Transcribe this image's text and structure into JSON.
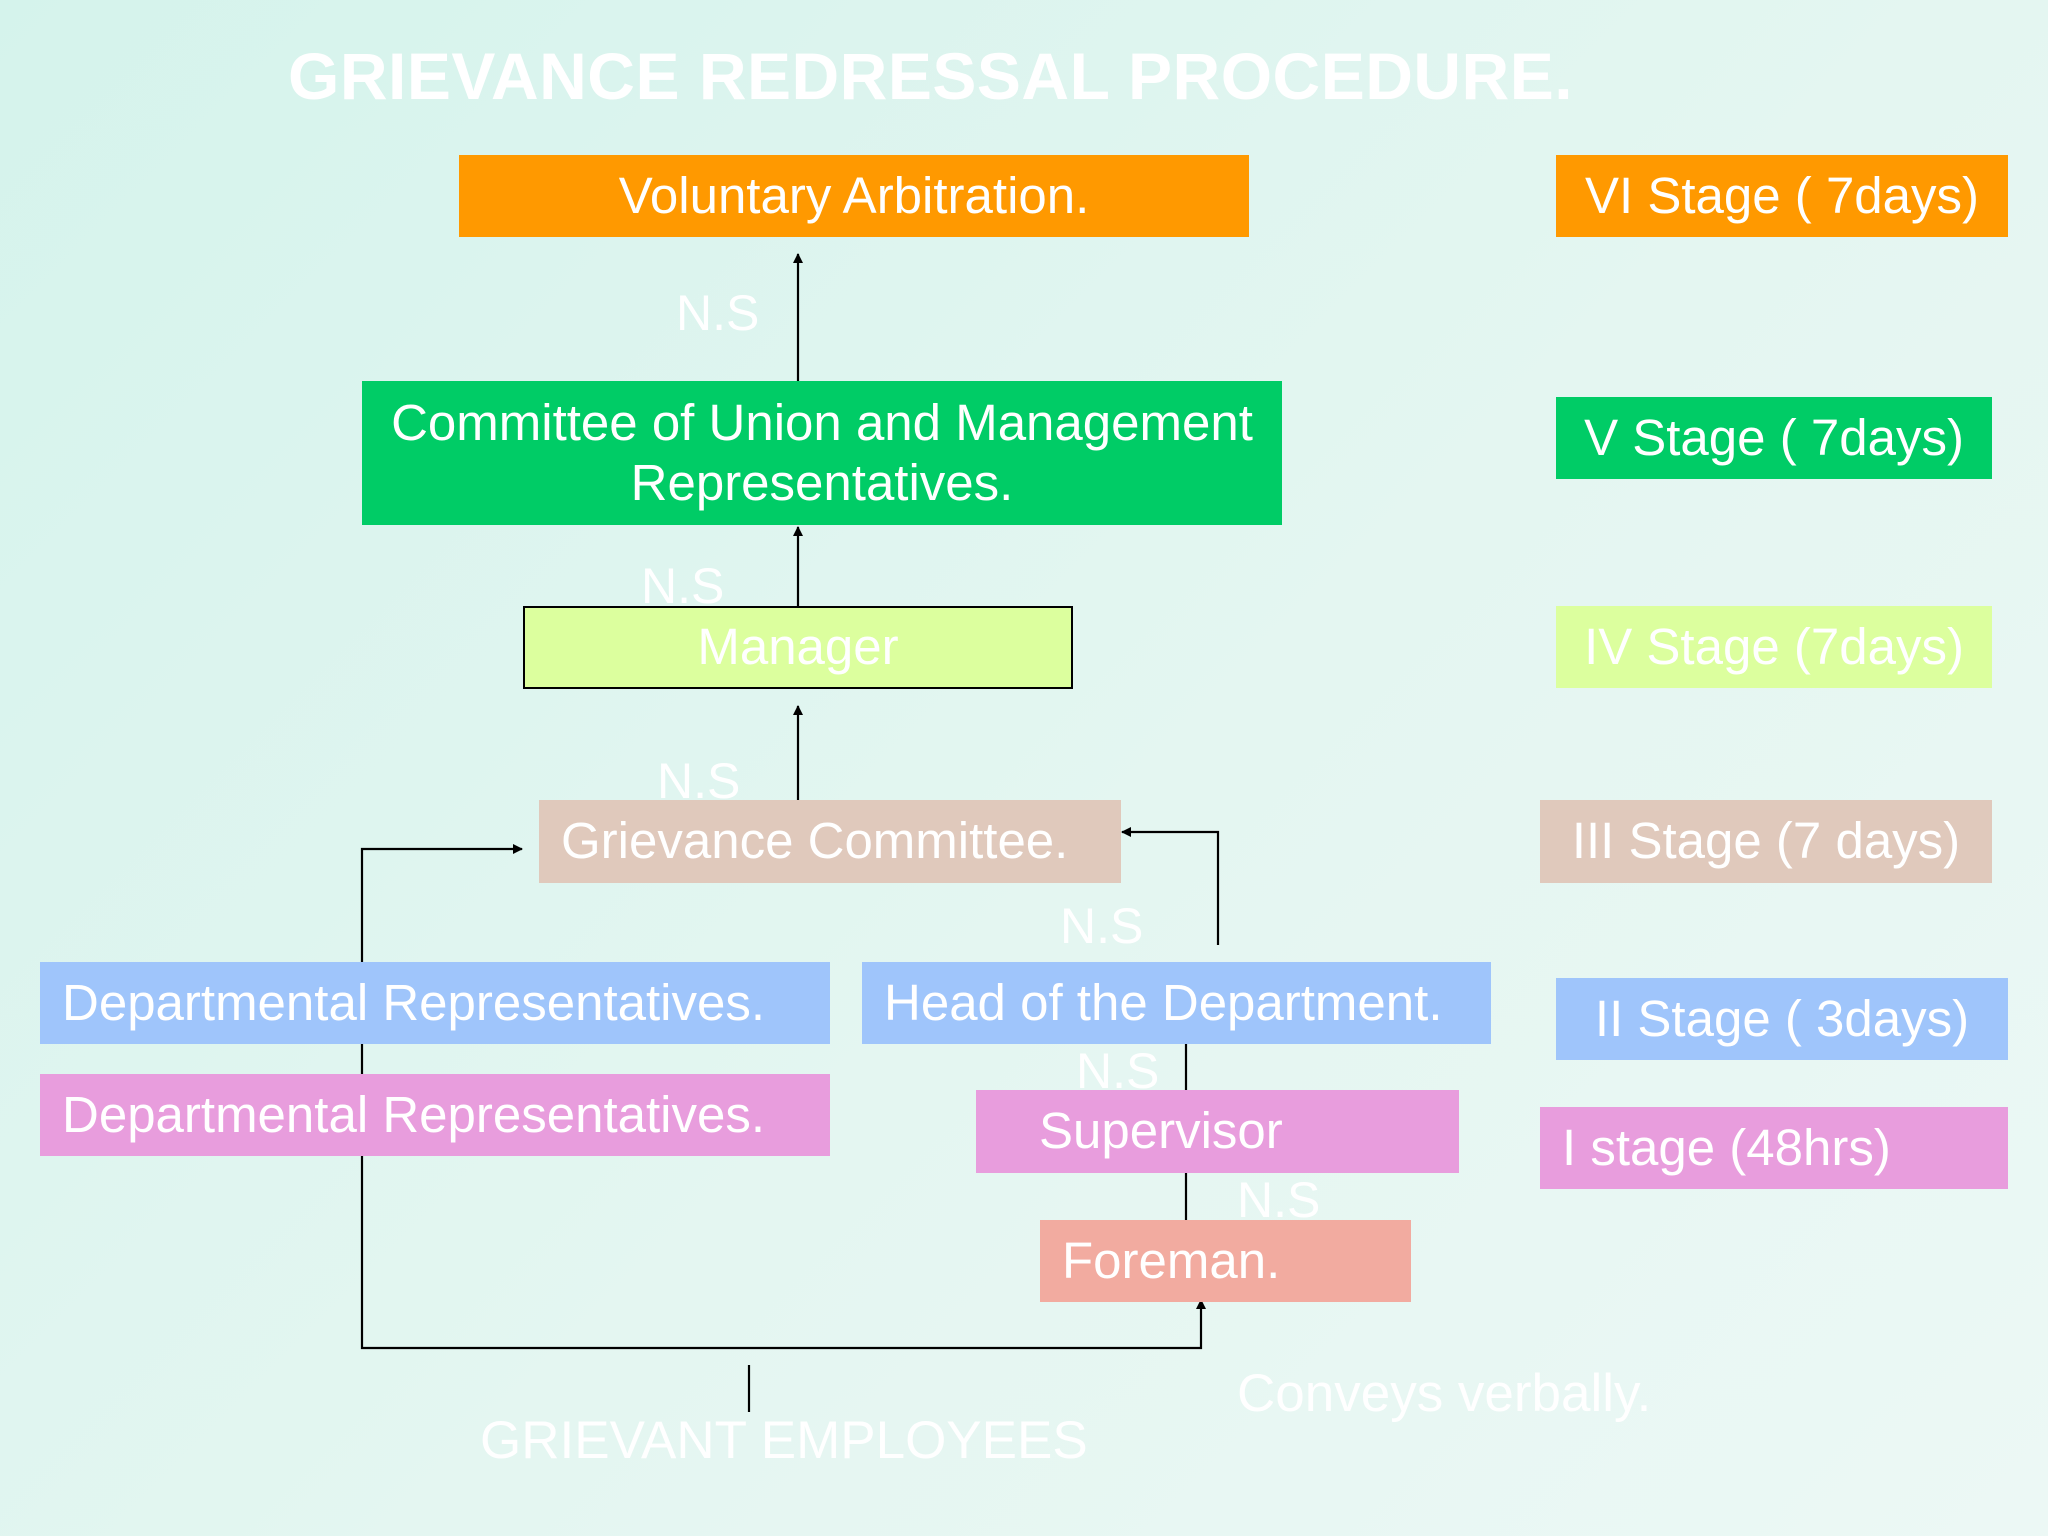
{
  "title": "GRIEVANCE REDRESSAL PROCEDURE.",
  "colors": {
    "background": "#d5f3ec",
    "orange": "#ff9900",
    "green": "#00cc66",
    "lime": "#dcff9e",
    "tan": "#e0c9bc",
    "blue": "#9fc5fb",
    "pink": "#e89ddd",
    "salmon": "#f2aba0",
    "text": "#ffffff",
    "lines": "#000000"
  },
  "nodes": {
    "voluntary_arbitration": "Voluntary Arbitration.",
    "committee_line1": "Committee of Union and Management",
    "committee_line2": "Representatives.",
    "manager": "Manager",
    "grievance_committee": "Grievance Committee.",
    "dept_reps_blue": "Departmental Representatives.",
    "head_of_department": "Head of the Department.",
    "dept_reps_pink": "Departmental Representatives.",
    "supervisor": "Supervisor",
    "foreman": "Foreman."
  },
  "stages": {
    "vi": "VI Stage ( 7days)",
    "v": "V Stage ( 7days)",
    "iv": "IV Stage (7days)",
    "iii": "III Stage (7 days)",
    "ii": "II Stage ( 3days)",
    "i": "I stage (48hrs)"
  },
  "edge_labels": {
    "ns1": "N.S",
    "ns2": "N.S",
    "ns3": "N.S",
    "ns4": "N.S",
    "ns5": "N.S",
    "ns6": "N.S"
  },
  "footer": {
    "grievant": "GRIEVANT EMPLOYEES",
    "conveys": "Conveys verbally."
  }
}
